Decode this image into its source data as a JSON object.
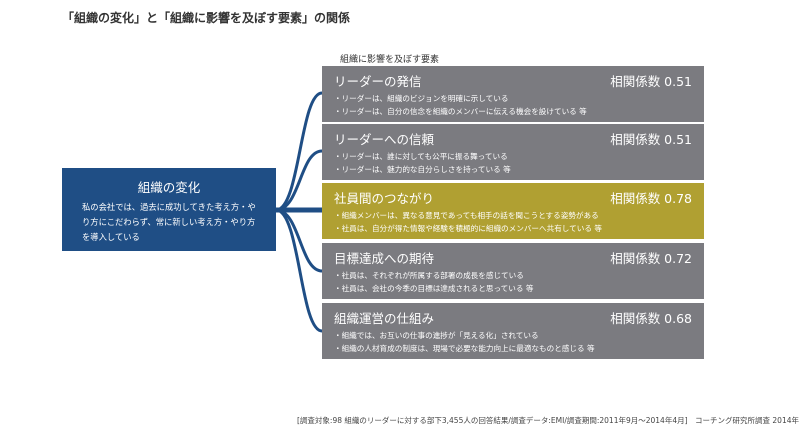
{
  "title": "「組織の変化」と「組織に影響を及ぼす要素」の関係",
  "left": {
    "heading": "組織の変化",
    "description": "私の会社では、過去に成功してきた考え方・やり方にこだわらず、常に新しい考え方・やり方を導入している"
  },
  "factors_label": "組織に影響を及ぼす要素",
  "factors": [
    {
      "name": "リーダーの発信",
      "coef": "相関係数 0.51",
      "bullets": [
        "・リーダーは、組織のビジョンを明確に示している",
        "・リーダーは、自分の信念を組織のメンバーに伝える機会を設けている 等"
      ]
    },
    {
      "name": "リーダーへの信頼",
      "coef": "相関係数 0.51",
      "bullets": [
        "・リーダーは、誰に対しても公平に振る舞っている",
        "・リーダーは、魅力的な自分らしさを持っている 等"
      ]
    },
    {
      "name": "社員間のつながり",
      "coef": "相関係数 0.78",
      "bullets": [
        "・組織メンバーは、異なる意見であっても相手の話を聞こうとする姿勢がある",
        "・社員は、自分が得た情報や経験を積極的に組織のメンバーへ共有している 等"
      ]
    },
    {
      "name": "目標達成への期待",
      "coef": "相関係数 0.72",
      "bullets": [
        "・社員は、それぞれが所属する部署の成長を感じている",
        "・社員は、会社の今季の目標は達成されると思っている 等"
      ]
    },
    {
      "name": "組織運営の仕組み",
      "coef": "相関係数 0.68",
      "bullets": [
        "・組織では、お互いの仕事の進捗が「見える化」されている",
        "・組織の人材育成の制度は、現場で必要な能力向上に最適なものと感じる 等"
      ]
    }
  ],
  "source": "[調査対象:98 組織のリーダーに対する部下3,455人の回答結果/調査データ:EMI/調査期間:2011年9月～2014年4月]　コーチング研究所調査 2014年",
  "colors": {
    "blue": "#1f4e85",
    "gray": "#7b7b80",
    "highlight": "#b0a032"
  }
}
